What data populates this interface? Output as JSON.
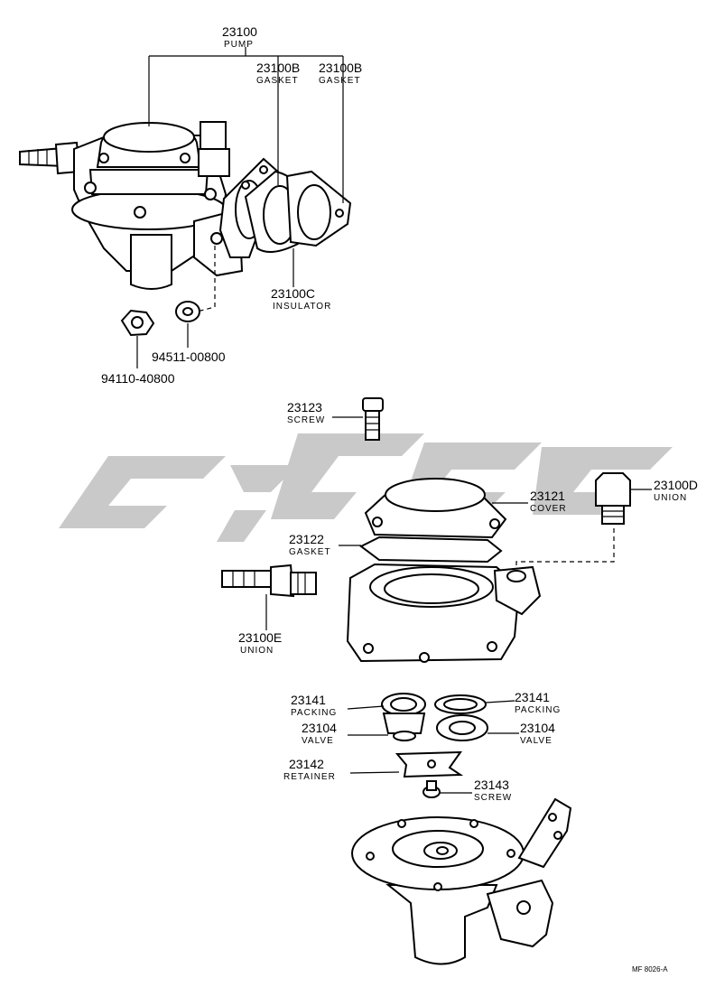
{
  "labels": {
    "pump": {
      "number": "23100",
      "name": "PUMP"
    },
    "gasket_a": {
      "number": "23100B",
      "name": "GASKET"
    },
    "gasket_b": {
      "number": "23100B",
      "name": "GASKET"
    },
    "insulator": {
      "number": "23100C",
      "name": "INSULATOR"
    },
    "washer": {
      "number": "94511-00800"
    },
    "nut": {
      "number": "94110-40800"
    },
    "screw_top": {
      "number": "23123",
      "name": "SCREW"
    },
    "cover": {
      "number": "23121",
      "name": "COVER"
    },
    "union_d": {
      "number": "23100D",
      "name": "UNION"
    },
    "gasket_c": {
      "number": "23122",
      "name": "GASKET"
    },
    "union_e": {
      "number": "23100E",
      "name": "UNION"
    },
    "packing_l": {
      "number": "23141",
      "name": "PACKING"
    },
    "packing_r": {
      "number": "23141",
      "name": "PACKING"
    },
    "valve_l": {
      "number": "23104",
      "name": "VALVE"
    },
    "valve_r": {
      "number": "23104",
      "name": "VALVE"
    },
    "retainer": {
      "number": "23142",
      "name": "RETAINER"
    },
    "screw_bottom": {
      "number": "23143",
      "name": "SCREW"
    }
  },
  "drawing_code": "MF 8026-A"
}
